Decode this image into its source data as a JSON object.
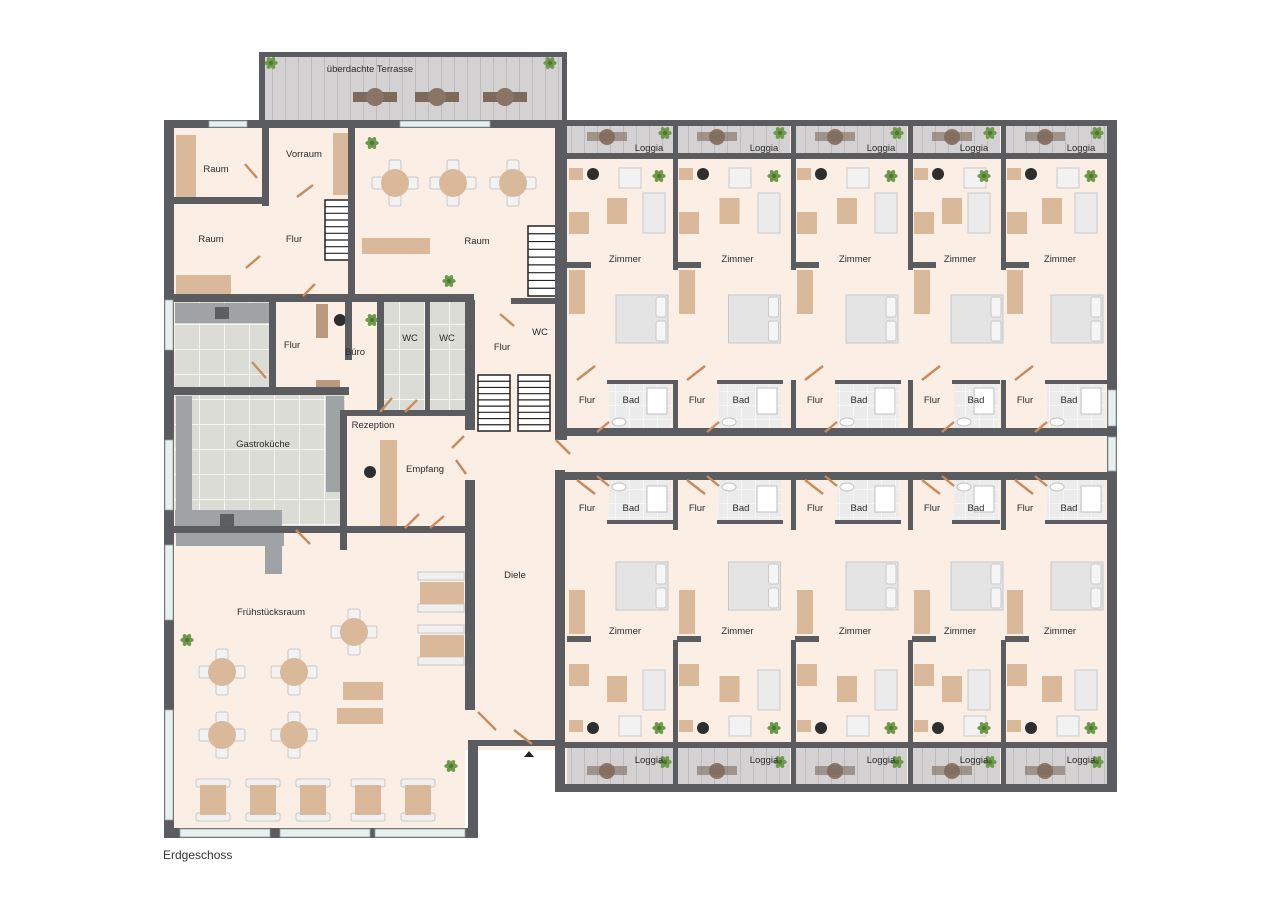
{
  "caption": "Erdgeschoss",
  "labels": {
    "terrace": "überdachte Terrasse",
    "raum": "Raum",
    "vorraum": "Vorraum",
    "flur": "Flur",
    "buero": "Büro",
    "wc": "WC",
    "rezeption": "Rezeption",
    "empfang": "Empfang",
    "gastrokueche": "Gastroküche",
    "fruehstuecksraum": "Frühstücksraum",
    "diele": "Diele",
    "zimmer": "Zimmer",
    "bad": "Bad",
    "loggia": "Loggia"
  },
  "colors": {
    "wall": "#5a5c60",
    "floor": "#fbeee4",
    "terrace": "#d3d1d2",
    "tile": "#dcdcd6",
    "wood": "#d9b99a",
    "bed": "#e4e4e4",
    "plant": "#6f9a4c",
    "window": "#e6f1ef",
    "door": "#c98a5c"
  }
}
